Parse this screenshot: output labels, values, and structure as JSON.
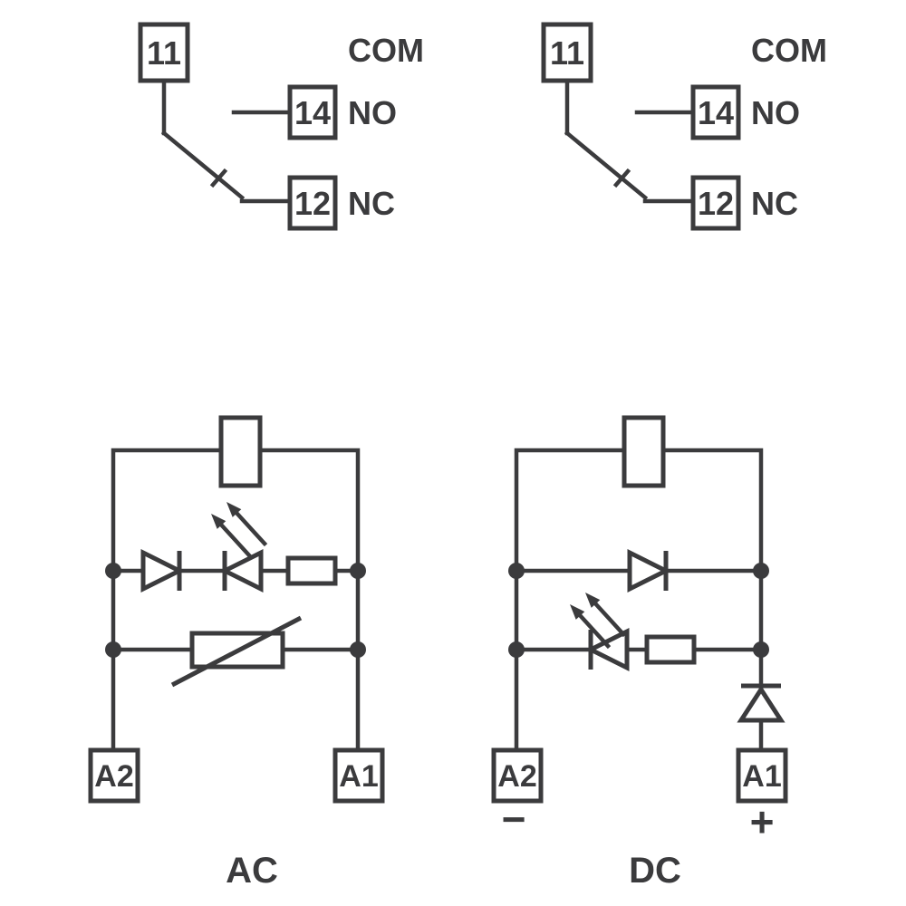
{
  "meta": {
    "colors": {
      "line": "#3b3b3d",
      "background": "#ffffff"
    }
  },
  "contact_diagrams": [
    {
      "common_terminal": "11",
      "com_label": "COM",
      "no_terminal": "14",
      "no_label": "NO",
      "nc_terminal": "12",
      "nc_label": "NC"
    },
    {
      "common_terminal": "11",
      "com_label": "COM",
      "no_terminal": "14",
      "no_label": "NO",
      "nc_terminal": "12",
      "nc_label": "NC"
    }
  ],
  "coil_diagrams": [
    {
      "label": "AC",
      "terminal_left": "A2",
      "terminal_right": "A1",
      "components": [
        "coil",
        "diode",
        "led-indicator",
        "resistor",
        "varistor"
      ]
    },
    {
      "label": "DC",
      "terminal_left": "A2",
      "terminal_right": "A1",
      "polarity_negative": "−",
      "polarity_positive": "+",
      "components": [
        "coil",
        "diode",
        "led-indicator",
        "resistor",
        "series-diode"
      ]
    }
  ]
}
